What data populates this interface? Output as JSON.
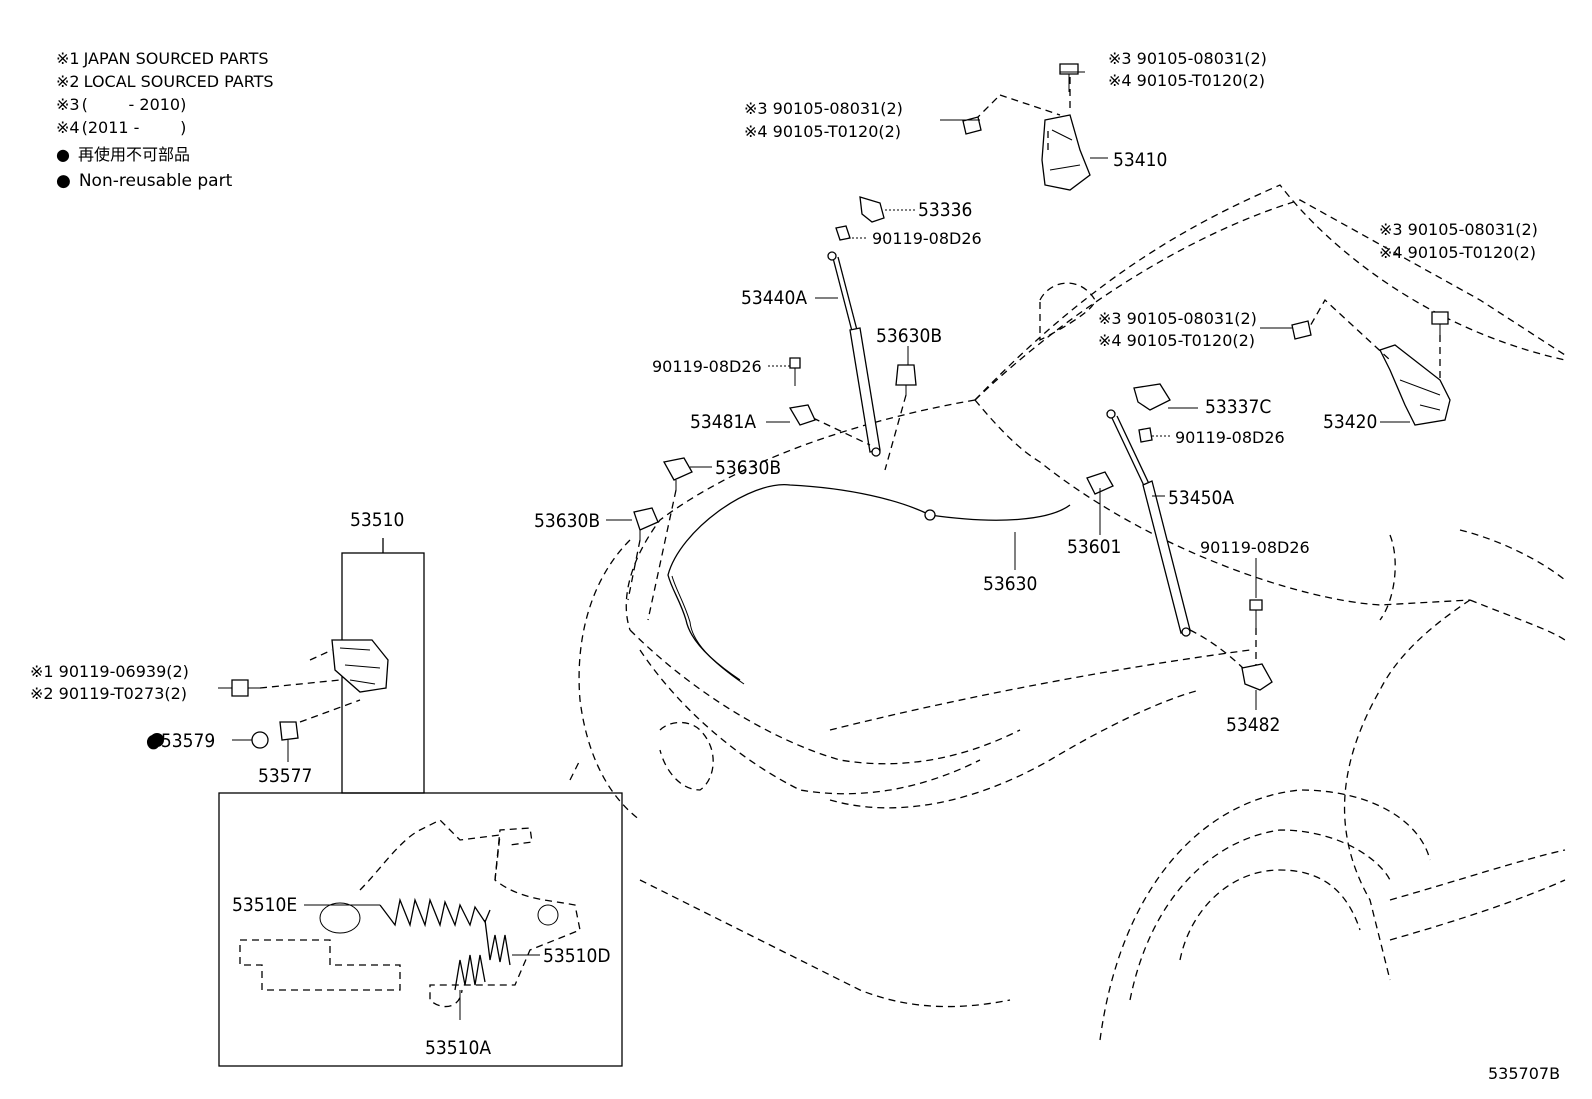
{
  "legend": [
    {
      "mark": "※1",
      "text": "JAPAN SOURCED PARTS"
    },
    {
      "mark": "※2",
      "text": "LOCAL SOURCED PARTS"
    },
    {
      "mark": "※3",
      "text": "(        - 2010)"
    },
    {
      "mark": "※4",
      "text": "(2011 -        )"
    },
    {
      "mark": "●",
      "text": "再使用不可部品"
    },
    {
      "mark": "●",
      "text": "Non-reusable part"
    }
  ],
  "labels": {
    "p53410": "53410",
    "p53336": "53336",
    "p53440A": "53440A",
    "p53630B_top": "53630B",
    "p53481A": "53481A",
    "p53630B_mid": "53630B",
    "p53630B_left": "53630B",
    "p53630": "53630",
    "p53601": "53601",
    "p53450A": "53450A",
    "p53337C": "53337C",
    "p53420": "53420",
    "p53482": "53482",
    "p53510": "53510",
    "p53579": "●53579",
    "p53577": "53577",
    "p53510E": "53510E",
    "p53510D": "53510D",
    "p53510A": "53510A",
    "b_90119_08D26_a": "90119-08D26",
    "b_90119_08D26_b": "90119-08D26",
    "b_90119_08D26_c": "90119-08D26",
    "b_90119_08D26_d": "90119-08D26",
    "b_top_3": "※3  90105-08031(2)",
    "b_top_4": "※4  90105-T0120(2)",
    "b_hinge_3": "※3  90105-08031(2)",
    "b_hinge_4": "※4  90105-T0120(2)",
    "b_right_3": "※3  90105-08031(2)",
    "b_right_4": "※4  90105-T0120(2)",
    "b_mid_3": "※3  90105-08031(2)",
    "b_mid_4": "※4  90105-T0120(2)",
    "b_lock_1": "※1  90119-06939(2)",
    "b_lock_2": "※2  90119-T0273(2)"
  },
  "diagram_id": "535707B"
}
